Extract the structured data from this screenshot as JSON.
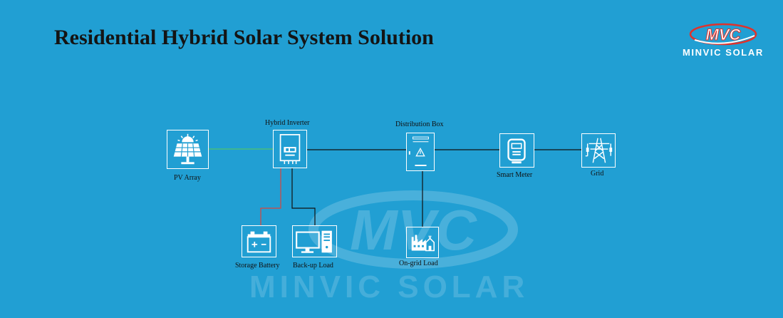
{
  "title": "Residential Hybrid Solar System Solution",
  "brand": {
    "logo_text": "MVC",
    "name": "MINVIC SOLAR",
    "logo_color": "#e0322b"
  },
  "watermark": {
    "text": "MINVIC SOLAR"
  },
  "colors": {
    "background": "#219fd3",
    "dc_pv_line": "#4fc36a",
    "battery_line": "#d9453b",
    "ac_line": "#111111"
  },
  "nodes": {
    "pv_array": {
      "label": "PV Array",
      "icon": "solar-panel-icon"
    },
    "hybrid_inverter": {
      "label": "Hybrid Inverter",
      "icon": "inverter-icon"
    },
    "distribution_box": {
      "label": "Distribution Box",
      "icon": "distribution-box-icon"
    },
    "smart_meter": {
      "label": "Smart Meter",
      "icon": "meter-icon"
    },
    "grid": {
      "label": "Grid",
      "icon": "power-tower-icon"
    },
    "storage_battery": {
      "label": "Storage Battery",
      "icon": "battery-icon"
    },
    "backup_load": {
      "label": "Back-up Load",
      "icon": "computer-icon"
    },
    "ongrid_load": {
      "label": "On-grid Load",
      "icon": "factory-icon"
    }
  }
}
